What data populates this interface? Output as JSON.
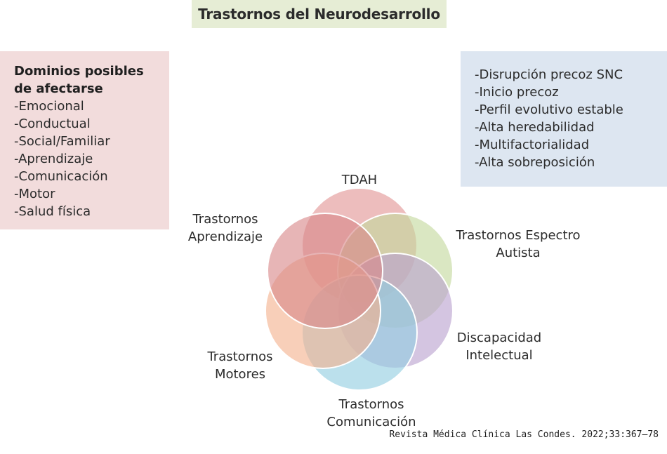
{
  "title": "Trastornos del Neurodesarrollo",
  "left_panel": {
    "heading_line1": "Dominios posibles",
    "heading_line2": "de afectarse",
    "items": [
      "-Emocional",
      "-Conductual",
      "-Social/Familiar",
      "-Aprendizaje",
      "-Comunicación",
      "-Motor",
      "-Salud física"
    ]
  },
  "right_panel": {
    "items": [
      "-Disrupción precoz SNC",
      "-Inicio precoz",
      "-Perfil evolutivo estable",
      "-Alta heredabilidad",
      "-Multifactorialidad",
      "-Alta sobreposición"
    ]
  },
  "venn": {
    "circles": [
      {
        "label_lines": [
          "TDAH"
        ],
        "color": "#e29595"
      },
      {
        "label_lines": [
          "Trastornos Espectro",
          "Autista"
        ],
        "color": "#c3d99c"
      },
      {
        "label_lines": [
          "Discapacidad",
          "Intelectual"
        ],
        "color": "#b9a1cf"
      },
      {
        "label_lines": [
          "Trastornos",
          "Comunicación"
        ],
        "color": "#91cde0"
      },
      {
        "label_lines": [
          "Trastornos",
          "Motores"
        ],
        "color": "#f4b28e"
      },
      {
        "label_lines": [
          "Trastornos",
          "Aprendizaje"
        ],
        "color": "#d98789"
      }
    ]
  },
  "citation": "Revista Médica Clínica Las Condes. 2022;33:367–78"
}
